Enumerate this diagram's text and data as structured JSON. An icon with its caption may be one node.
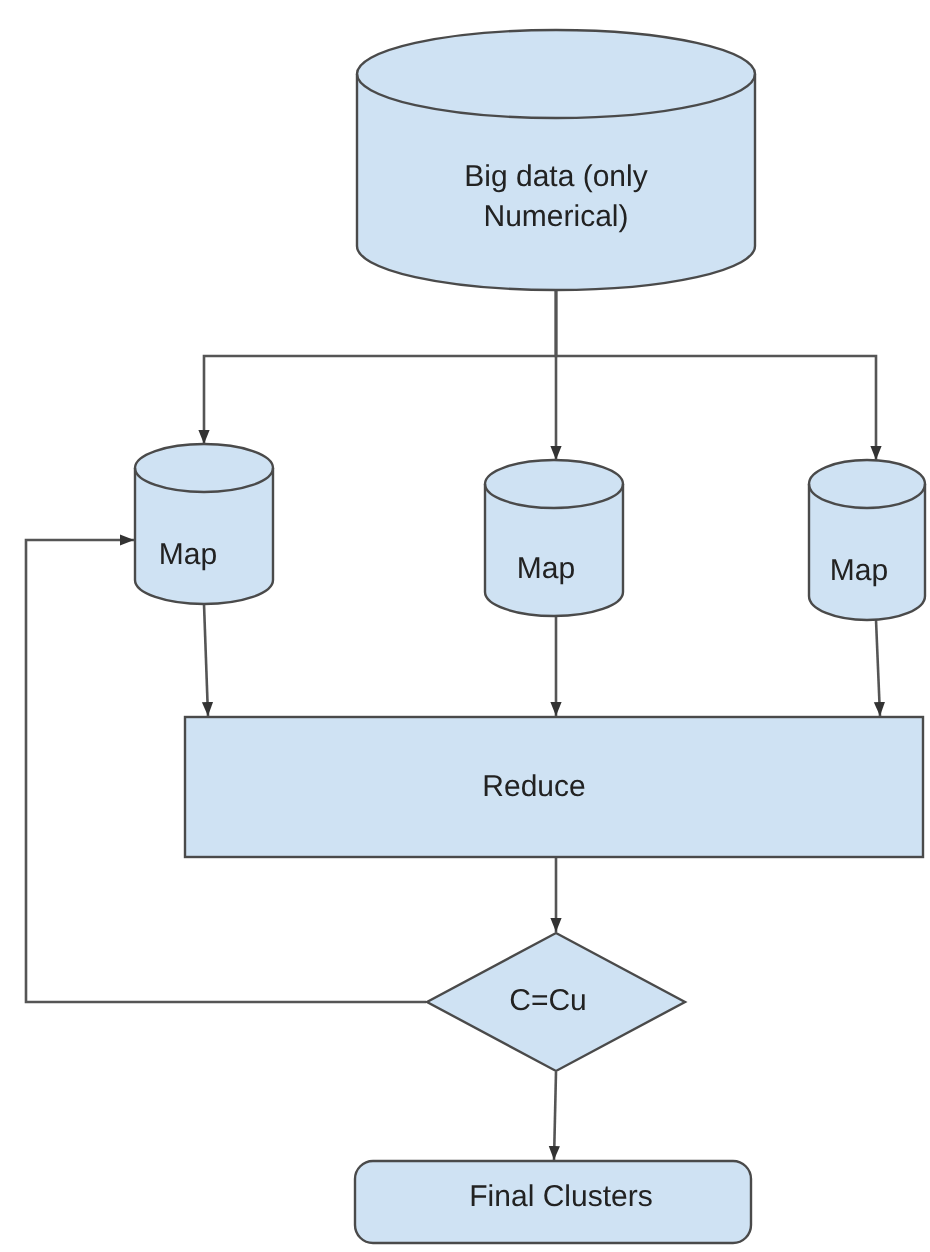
{
  "diagram": {
    "nodes": [
      {
        "text": [
          "Big data (only Numerical)"
        ]
      },
      {
        "text": [
          "Map"
        ]
      },
      {
        "text": [
          "Map"
        ]
      },
      {
        "text": [
          "Map"
        ]
      },
      {
        "text": [
          "Reduce"
        ]
      },
      {
        "text": [
          "C=Cu"
        ]
      },
      {
        "text": [
          "Final Clusters"
        ]
      }
    ],
    "edges": [
      {
        "from": 0,
        "to": 1,
        "arrow": "to"
      },
      {
        "from": 0,
        "to": 2,
        "arrow": "to"
      },
      {
        "from": 0,
        "to": 3,
        "arrow": "to"
      },
      {
        "from": 1,
        "to": 4,
        "arrow": "to"
      },
      {
        "from": 2,
        "to": 4,
        "arrow": "to"
      },
      {
        "from": 3,
        "to": 4,
        "arrow": "to"
      },
      {
        "from": 4,
        "to": 5,
        "arrow": "to"
      },
      {
        "from": 5,
        "to": 1,
        "arrow": "to"
      },
      {
        "from": 5,
        "to": 6,
        "arrow": "to"
      }
    ]
  }
}
